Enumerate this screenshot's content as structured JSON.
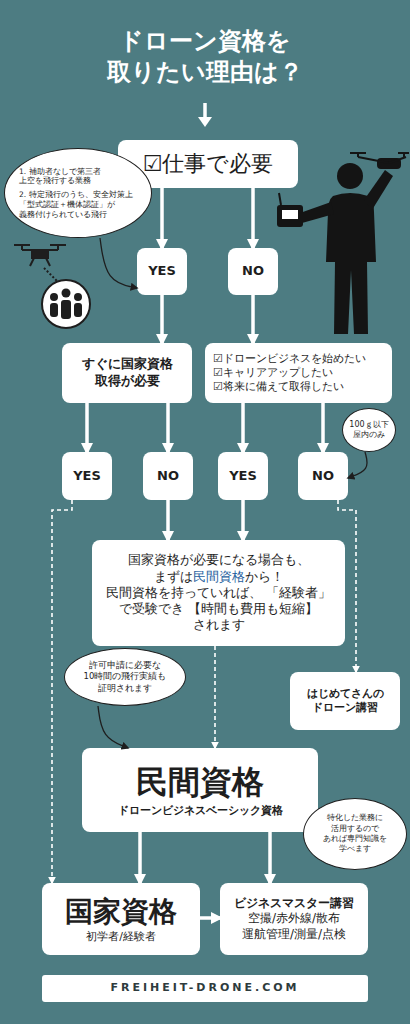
{
  "diagram": {
    "title": "ドローン資格を 取りたい理由は？",
    "nodes": [
      {
        "text": [
          "☑仕事で必要"
        ]
      },
      {
        "text": [
          "1. 補助者なしで第三者 上空を飛行する業務",
          "2. 特定飛行のうち、安全対策上 「型式認証＋機体認証」が 義務付けられている飛行"
        ]
      },
      {
        "text": [
          "YES"
        ]
      },
      {
        "text": [
          "NO"
        ]
      },
      {
        "text": [
          "すぐに国家資格 取得が必要"
        ]
      },
      {
        "text": [
          "☑ドローンビジネスを始めたい",
          "☑キャリアアップしたい",
          "☑将来に備えて取得したい"
        ]
      },
      {
        "text": [
          "YES"
        ]
      },
      {
        "text": [
          "NO"
        ]
      },
      {
        "text": [
          "YES"
        ]
      },
      {
        "text": [
          "NO"
        ]
      },
      {
        "text": [
          "100ｇ以下 屋内のみ"
        ]
      },
      {
        "text": [
          "国家資格が必要になる場合も、 まずは民間資格から！ 民間資格を持っていれば、 「経験者」で受験でき 【時間も費用も短縮】されます"
        ]
      },
      {
        "text": [
          "はじめてさんの ドローン講習"
        ]
      },
      {
        "text": [
          "許可申請に必要な 10時間の飛行実績も 証明されます"
        ]
      },
      {
        "text": [
          "民間資格",
          "ドローンビジネスベーシック資格"
        ]
      },
      {
        "text": [
          "特化した業務に 活用するので あれば専門知識を 学べます"
        ]
      },
      {
        "text": [
          "国家資格",
          "初学者/経験者"
        ]
      },
      {
        "text": [
          "ビジネスマスター講習",
          "空撮/赤外線/散布 運航管理/測量/点検"
        ]
      },
      {
        "text": [
          "FREIHEIT-DRONE.COM"
        ]
      }
    ],
    "edges": [
      {
        "from": 0,
        "to": 2,
        "arrow": "to"
      },
      {
        "from": 0,
        "to": 3,
        "arrow": "to"
      },
      {
        "from": 1,
        "to": 2,
        "arrow": "to"
      },
      {
        "from": 2,
        "to": 4,
        "arrow": "to"
      },
      {
        "from": 3,
        "to": 5,
        "arrow": "to"
      },
      {
        "from": 4,
        "to": 6,
        "arrow": "to"
      },
      {
        "from": 4,
        "to": 7,
        "arrow": "to"
      },
      {
        "from": 5,
        "to": 8,
        "arrow": "to"
      },
      {
        "from": 5,
        "to": 9,
        "arrow": "to"
      },
      {
        "from": 10,
        "to": 9,
        "arrow": "to"
      },
      {
        "from": 6,
        "to": 16,
        "arrow": "to"
      },
      {
        "from": 7,
        "to": 11,
        "arrow": "to"
      },
      {
        "from": 8,
        "to": 11,
        "arrow": "to"
      },
      {
        "from": 9,
        "to": 12,
        "arrow": "to"
      },
      {
        "from": 11,
        "to": 14,
        "arrow": "to"
      },
      {
        "from": 13,
        "to": 14,
        "arrow": "to"
      },
      {
        "from": 14,
        "to": 16,
        "arrow": "to"
      },
      {
        "from": 14,
        "to": 17,
        "arrow": "to"
      },
      {
        "from": 16,
        "to": 17,
        "arrow": "to"
      }
    ]
  }
}
